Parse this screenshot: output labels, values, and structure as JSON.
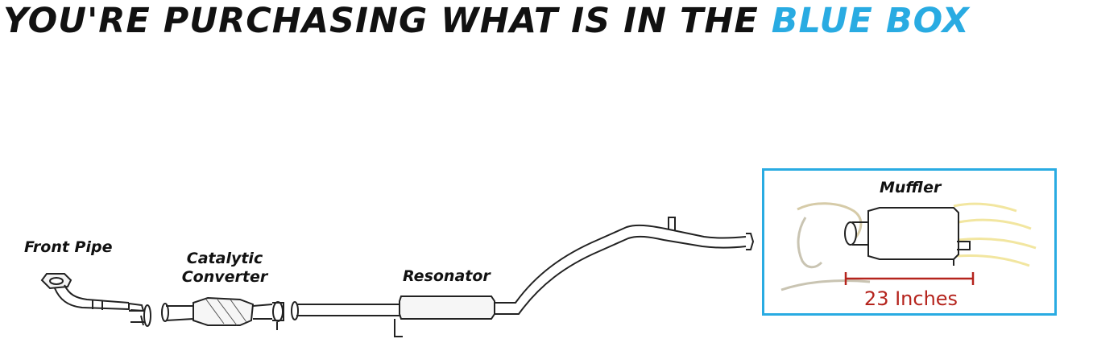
{
  "headline": {
    "main": "YOU'RE PURCHASING WHAT IS IN THE",
    "highlight": "BLUE BOX"
  },
  "parts": {
    "front_pipe": "Front Pipe",
    "catalytic_line1": "Catalytic",
    "catalytic_line2": "Converter",
    "resonator": "Resonator",
    "muffler": "Muffler"
  },
  "measurement": {
    "label": "23 Inches"
  },
  "colors": {
    "accent_blue": "#29abe2",
    "measure_red": "#b5241d",
    "line": "#222222"
  }
}
